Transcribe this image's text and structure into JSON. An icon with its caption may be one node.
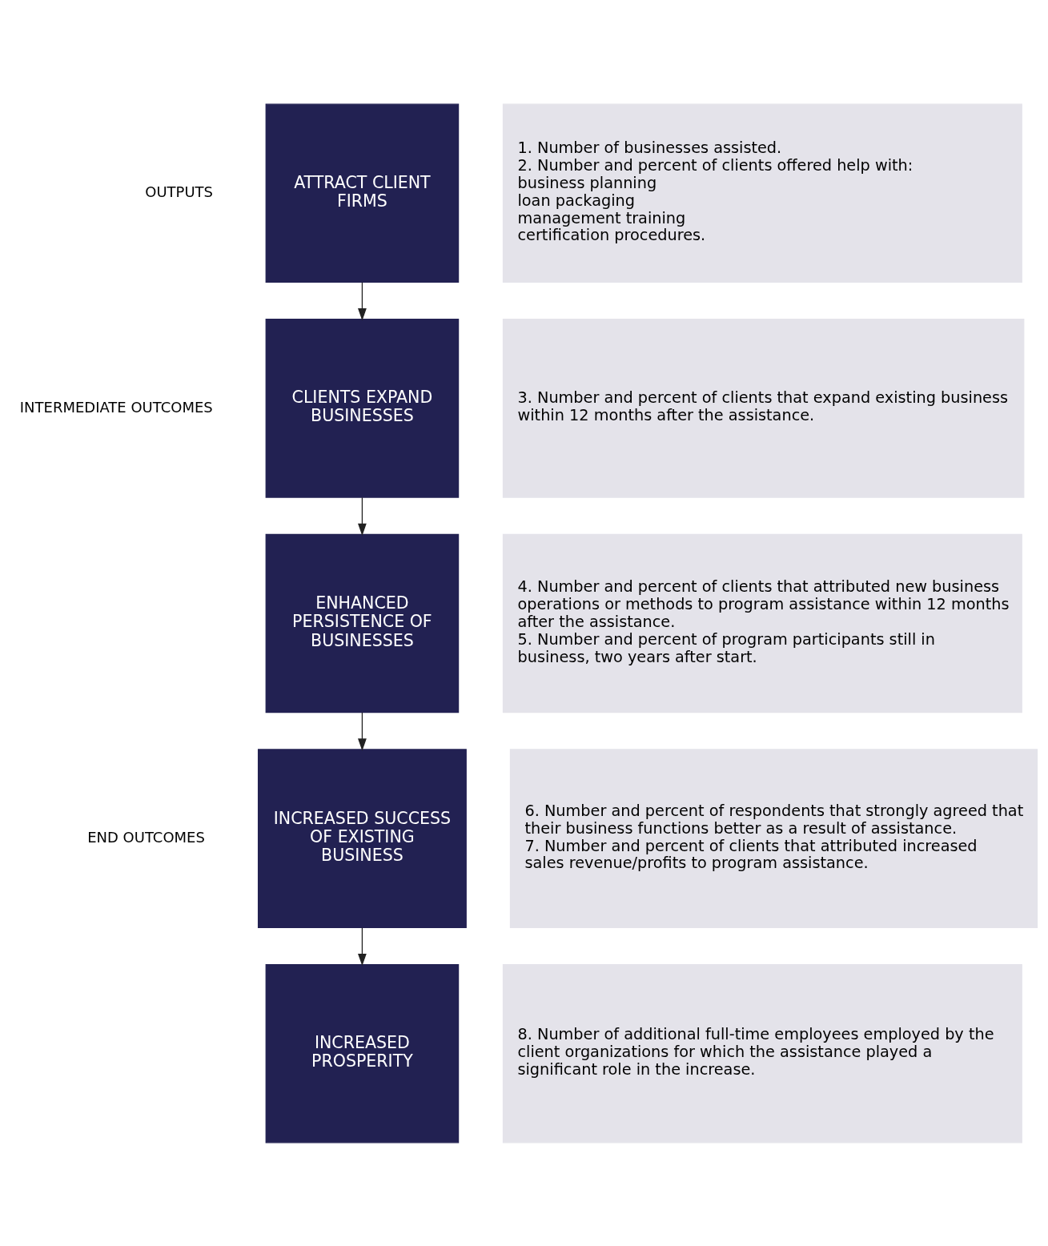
{
  "diagram": {
    "nodes": [
      {
        "text": [
          "ATTRACT CLIENT FIRMS"
        ]
      },
      {
        "text": [
          "1. Number of businesses assisted.",
          "2. Number and percent of clients offered help with:",
          "business planning",
          "loan packaging",
          "management training",
          "certification procedures."
        ]
      },
      {
        "text": [
          "CLIENTS EXPAND BUSINESSES"
        ]
      },
      {
        "text": [
          "3. Number and percent of clients that expand existing business within 12 months after the assistance."
        ]
      },
      {
        "text": [
          "ENHANCED PERSISTENCE OF BUSINESSES"
        ]
      },
      {
        "text": [
          "4. Number and percent of clients that attributed new business operations or methods to program assistance within 12 months after the assistance.",
          "5. Number and percent of program participants still in business, two years after start."
        ]
      },
      {
        "text": [
          "INCREASED SUCCESS OF EXISTING BUSINESS"
        ]
      },
      {
        "text": [
          "6. Number and percent of respondents that strongly agreed that their business functions better as a result of assistance.",
          "7. Number and percent of clients that attributed increased sales revenue/profits to program assistance."
        ]
      },
      {
        "text": [
          "INCREASED PROSPERITY"
        ]
      },
      {
        "text": [
          "8. Number of additional full-time employees employed by the client organizations for which the assistance played a significant role in the increase."
        ]
      }
    ],
    "edges": [
      {
        "from": 0,
        "to": 2,
        "arrow": "to"
      },
      {
        "from": 2,
        "to": 4,
        "arrow": "to"
      },
      {
        "from": 4,
        "to": 6,
        "arrow": "to"
      },
      {
        "from": 6,
        "to": 8,
        "arrow": "to"
      }
    ],
    "labels": [
      "OUTPUTS",
      "INTERMEDIATE OUTCOMES",
      "END OUTCOMES"
    ]
  }
}
